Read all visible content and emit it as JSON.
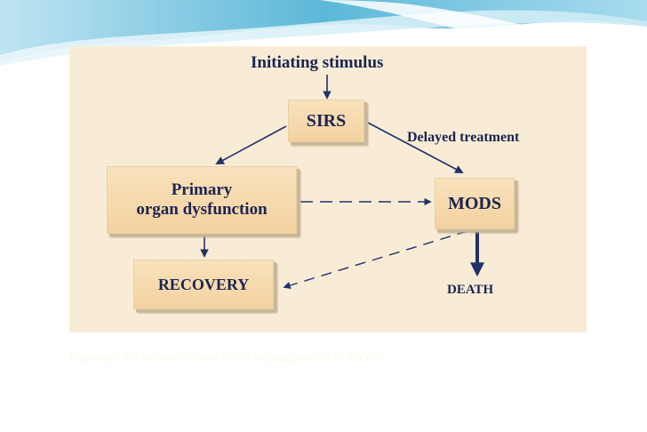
{
  "diagram": {
    "stimulus": "Initiating stimulus",
    "sirs": "SIRS",
    "delayed_treatment": "Delayed treatment",
    "primary_line1": "Primary",
    "primary_line2": "organ dysfunction",
    "mods": "MODS",
    "recovery": "RECOVERY",
    "death": "DEATH"
  },
  "caption": "Pathways for recovery from SIRS or progression to MODS",
  "colors": {
    "text": "#1c2451",
    "panel": "#f9ecd6",
    "box": "#f5d6a6",
    "arrow": "#22306a",
    "wave_dark": "#5cb8d8",
    "wave_light": "#bfe4f2"
  }
}
